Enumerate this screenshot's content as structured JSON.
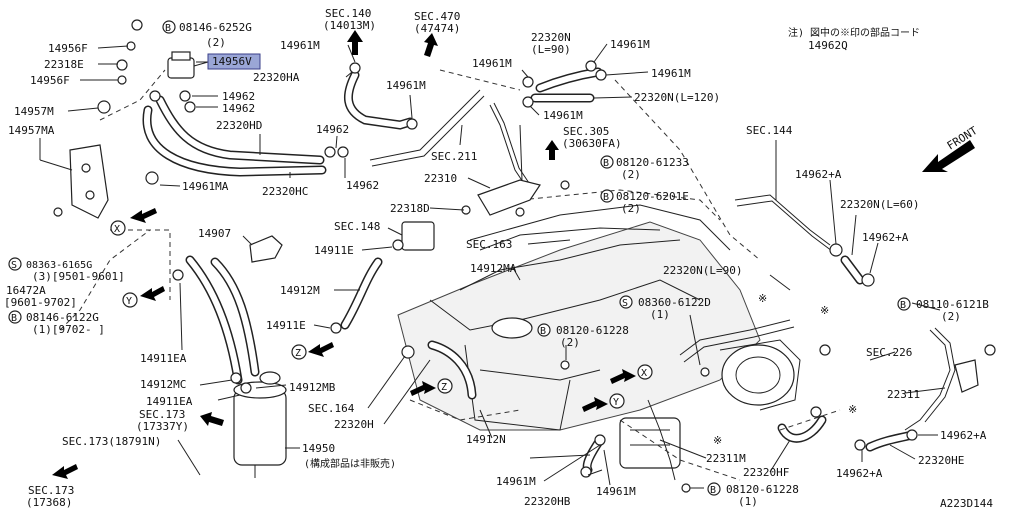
{
  "labels": {
    "p14956F_a": "14956F",
    "p22318E": "22318E",
    "p14956F_b": "14956F",
    "b08146_6252G": "08146-6252G",
    "b08146_6252G_q": "(2)",
    "p14956V": "14956V",
    "p14957M": "14957M",
    "p14957MA": "14957MA",
    "p14962_a": "14962",
    "p14962_b": "14962",
    "p22320HD": "22320HD",
    "p14961MA": "14961MA",
    "p22320HC": "22320HC",
    "p14962_c": "14962",
    "p14962_d": "14962",
    "sec140": "SEC.140",
    "sec140_sub": "(14013M)",
    "sec470": "SEC.470",
    "sec470_sub": "(47474)",
    "p14961M_top": "14961M",
    "p22320HA": "22320HA",
    "p14961M_mid": "14961M",
    "sec211": "SEC.211",
    "p22320N_top": "22320N",
    "p22320N_top_sub": "(L=90)",
    "p14961M_r1": "14961M",
    "p14961M_r2": "14961M",
    "p14961M_r3": "14961M",
    "p22320N_120": "22320N(L=120)",
    "p14961M_r4": "14961M",
    "sec305": "SEC.305",
    "sec305_sub": "(30630FA)",
    "b08120_61233": "08120-61233",
    "b08120_61233_q": "(2)",
    "p22310": "22310",
    "b08120_6201E": "08120-6201E",
    "b08120_6201E_q": "(2)",
    "p22318D": "22318D",
    "sec148": "SEC.148",
    "p14911E_a": "14911E",
    "sec163": "SEC.163",
    "p14912MA": "14912MA",
    "p14907": "14907",
    "p14912M": "14912M",
    "p14911E_b": "14911E",
    "s08363": "08363-6165G",
    "s08363_q": "(3)[9501-9601]",
    "p16472A": "16472A",
    "p16472A_range": "[9601-9702]",
    "b08146_6122G": "08146-6122G",
    "b08146_6122G_q": "(1)[9702-     ]",
    "p14911EA_a": "14911EA",
    "p14912MC": "14912MC",
    "p14912MB": "14912MB",
    "p14911EA_b": "14911EA",
    "sec173_a": "SEC.173",
    "sec173_a_sub": "(17337Y)",
    "sec173_b": "SEC.173(18791N)",
    "sec173_c": "SEC.173",
    "sec173_c_sub": "(17368)",
    "p14950": "14950",
    "p14950_note": "(構成部品は非販売)",
    "sec164": "SEC.164",
    "p22320H": "22320H",
    "p14912N": "14912N",
    "b08120_61228_a": "08120-61228",
    "b08120_61228_a_q": "(2)",
    "s08360": "08360-6122D",
    "s08360_q": "(1)",
    "p22320N_90b": "22320N(L=90)",
    "sec144": "SEC.144",
    "p14962A_a": "14962+A",
    "p22320N_60": "22320N(L=60)",
    "p14962A_b": "14962+A",
    "b08110_6121B": "08110-6121B",
    "b08110_6121B_q": "(2)",
    "sec226": "SEC.226",
    "p22311": "22311",
    "p14962A_c": "14962+A",
    "p22320HE": "22320HE",
    "p14962A_d": "14962+A",
    "p22311M": "22311M",
    "p22320HF": "22320HF",
    "p14961M_b1": "14961M",
    "p22320HB": "22320HB",
    "p14961M_b2": "14961M",
    "b08120_61228_b": "08120-61228",
    "b08120_61228_b_q": "(1)",
    "note_line1": "注) 図中の※印の部品コード",
    "note_line2": "14962Q",
    "front": "FRONT",
    "figure_code": "A223D144",
    "callout_X": "X",
    "callout_Y": "Y",
    "callout_Z": "Z",
    "circ_B": "B",
    "circ_S": "S",
    "mark": "※"
  },
  "colors": {
    "highlight_fill": "#9aa6d6",
    "highlight_stroke": "#3a3f8a"
  }
}
